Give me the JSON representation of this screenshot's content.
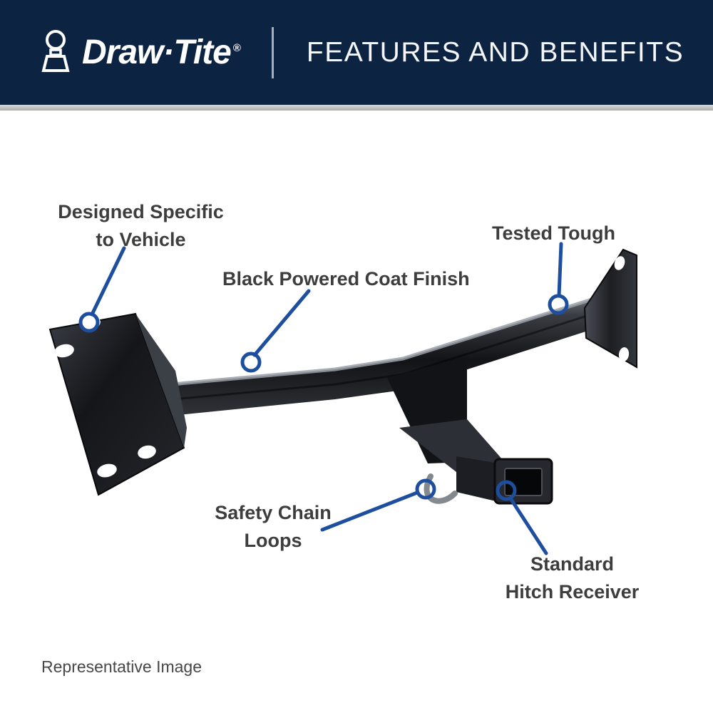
{
  "header": {
    "logo_text": "Draw·Tite",
    "registered_mark": "®",
    "title": "FEATURES AND BENEFITS",
    "background_color": "#0d2342"
  },
  "icons": {
    "logo": "hitch-ball-icon"
  },
  "colors": {
    "accent_blue": "#1d4f9e",
    "label_text": "#3d3d3d",
    "header_navy": "#0d2342"
  },
  "callouts": {
    "designed_specific": {
      "line1": "Designed Specific",
      "line2": "to Vehicle"
    },
    "coat_finish": {
      "line1": "Black Powered Coat Finish"
    },
    "tested_tough": {
      "line1": "Tested Tough"
    },
    "safety_chain": {
      "line1": "Safety Chain",
      "line2": "Loops"
    },
    "hitch_receiver": {
      "line1": "Standard",
      "line2": "Hitch Receiver"
    }
  },
  "footer": {
    "caption": "Representative Image"
  }
}
